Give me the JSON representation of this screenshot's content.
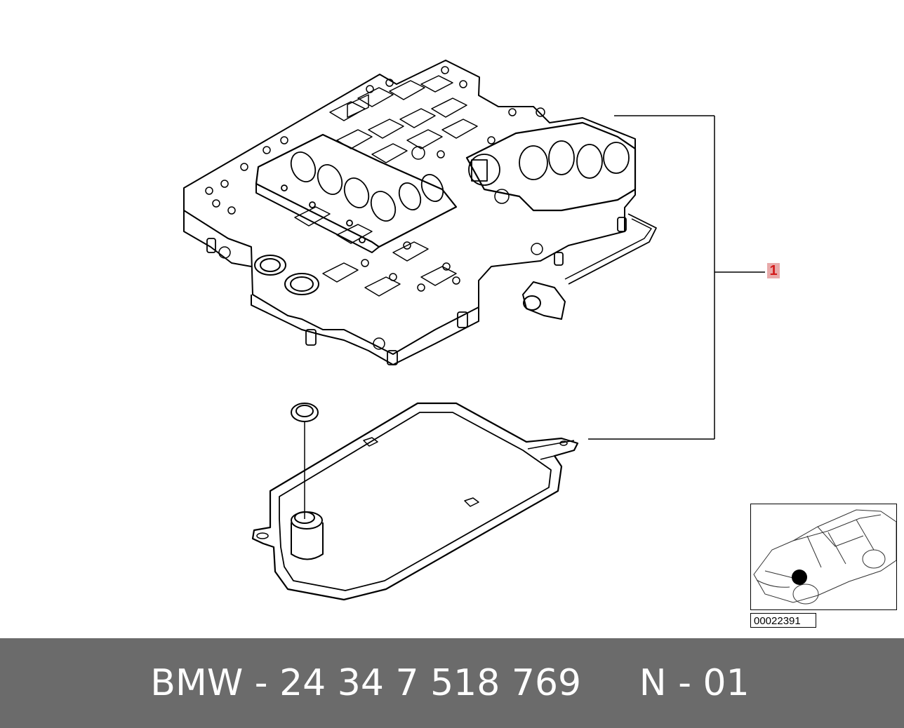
{
  "diagram": {
    "callout": "1",
    "thumbnail_code": "00022391"
  },
  "footer": {
    "brand": "BMW",
    "part_number": "24 34 7 518 769",
    "diagram_ref": "N - 01"
  },
  "colors": {
    "line": "#000000",
    "callout_bg": "#e8aaaa",
    "callout_text": "#d31b1b",
    "footer_bg": "#6b6b6b",
    "footer_text": "#ffffff"
  }
}
